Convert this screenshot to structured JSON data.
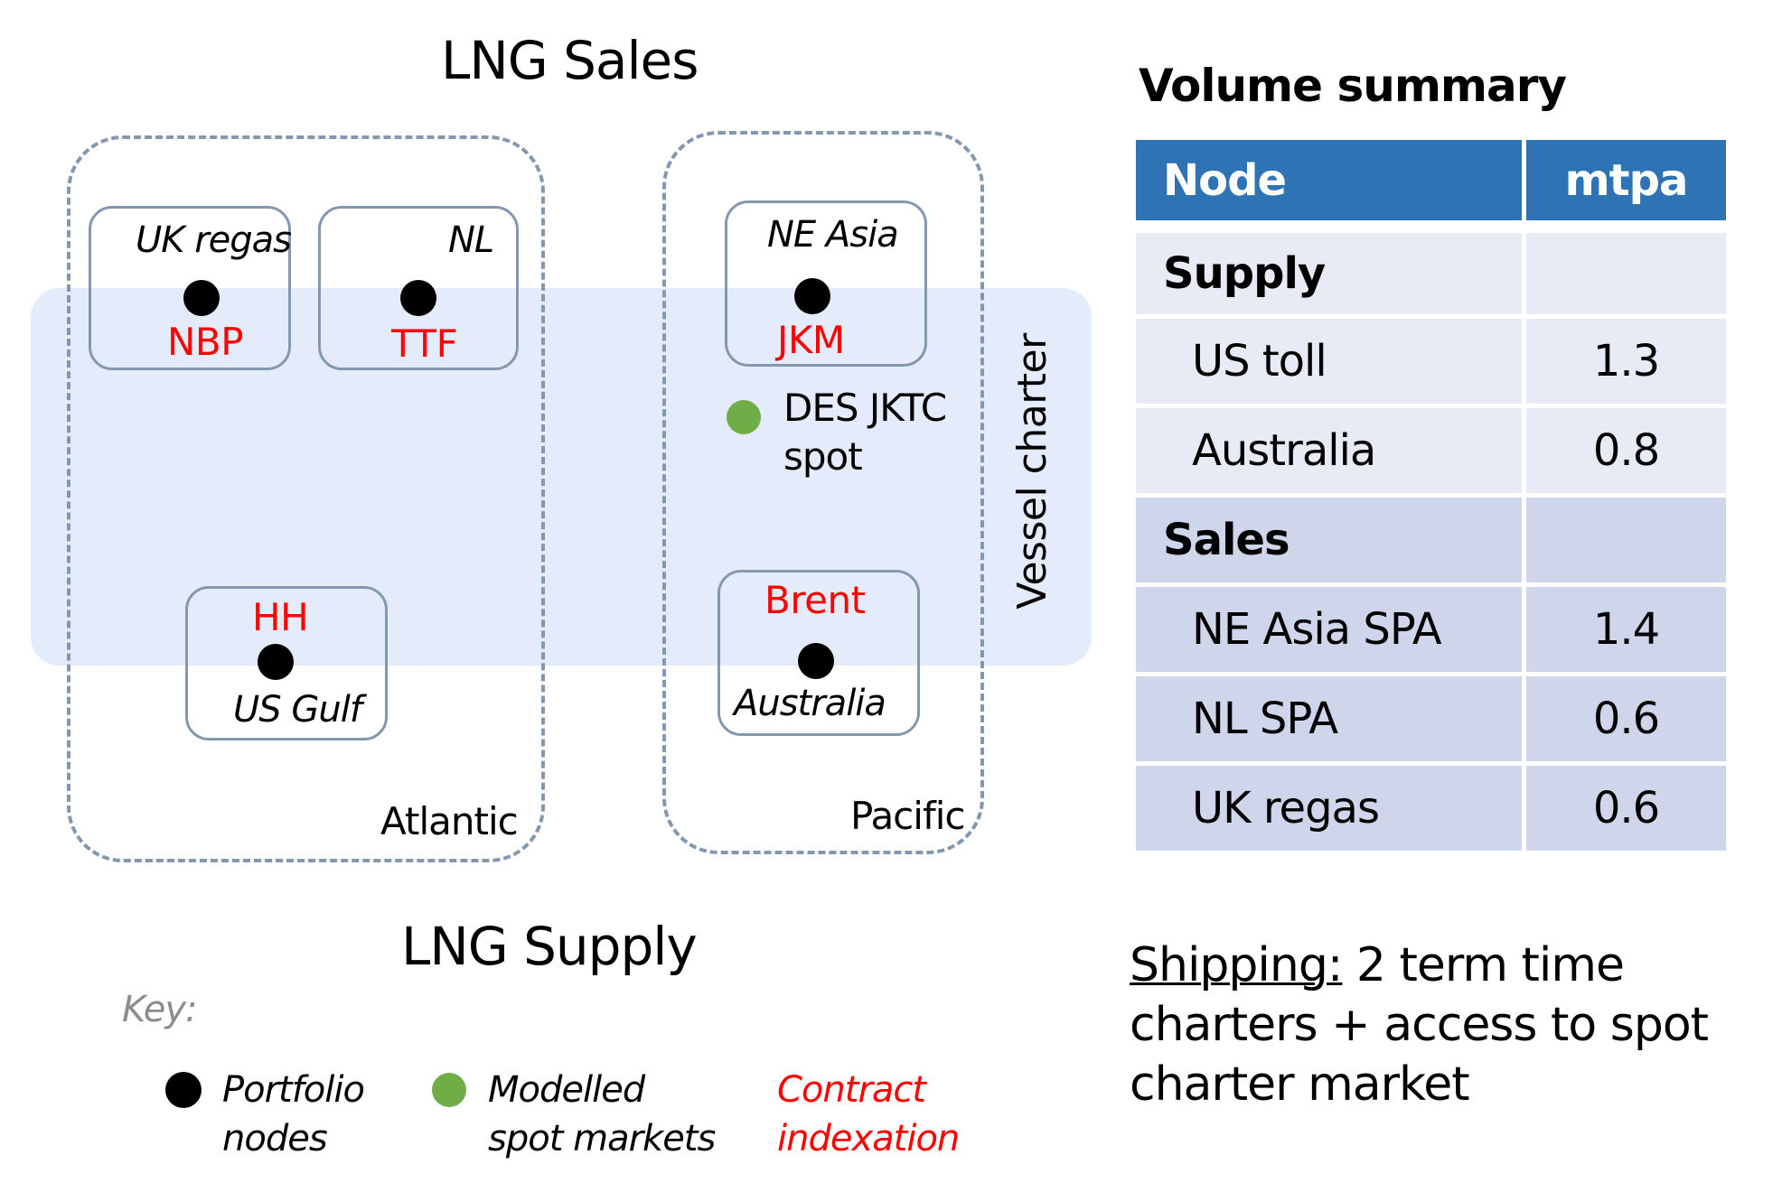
{
  "diagram": {
    "top_title": "LNG Sales",
    "bottom_title": "LNG Supply",
    "band_label": "Vessel charter",
    "regions": [
      {
        "label": "Atlantic",
        "nodes": [
          {
            "location": "UK regas",
            "index": "NBP"
          },
          {
            "location": "NL",
            "index": "TTF"
          },
          {
            "location": "US Gulf",
            "index": "HH"
          }
        ]
      },
      {
        "label": "Pacific",
        "nodes": [
          {
            "location": "NE Asia",
            "index": "JKM"
          },
          {
            "location": "Australia",
            "index": "Brent"
          }
        ],
        "spot_market": {
          "line1": "DES JKTC",
          "line2": "spot"
        }
      }
    ],
    "key": {
      "title": "Key:",
      "items": [
        {
          "icon": "black-dot",
          "line1": "Portfolio",
          "line2": "nodes"
        },
        {
          "icon": "green-dot",
          "line1": "Modelled",
          "line2": "spot markets"
        },
        {
          "icon": "red-text",
          "line1": "Contract",
          "line2": "indexation"
        }
      ]
    },
    "colors": {
      "index_text": "#ff0000",
      "spot_dot": "#70ad47",
      "band": "#e4ecfb",
      "outline": "#8497b0"
    }
  },
  "volume_summary": {
    "title": "Volume summary",
    "columns": [
      "Node",
      "mtpa"
    ],
    "sections": [
      {
        "name": "Supply",
        "rows": [
          {
            "node": "US toll",
            "mtpa": "1.3"
          },
          {
            "node": "Australia",
            "mtpa": "0.8"
          }
        ]
      },
      {
        "name": "Sales",
        "rows": [
          {
            "node": "NE Asia SPA",
            "mtpa": "1.4"
          },
          {
            "node": "NL SPA",
            "mtpa": "0.6"
          },
          {
            "node": "UK regas",
            "mtpa": "0.6"
          }
        ]
      }
    ],
    "header_color": "#2e74b5"
  },
  "shipping": {
    "label": "Shipping:",
    "text": " 2 term time charters + access to spot charter market"
  }
}
